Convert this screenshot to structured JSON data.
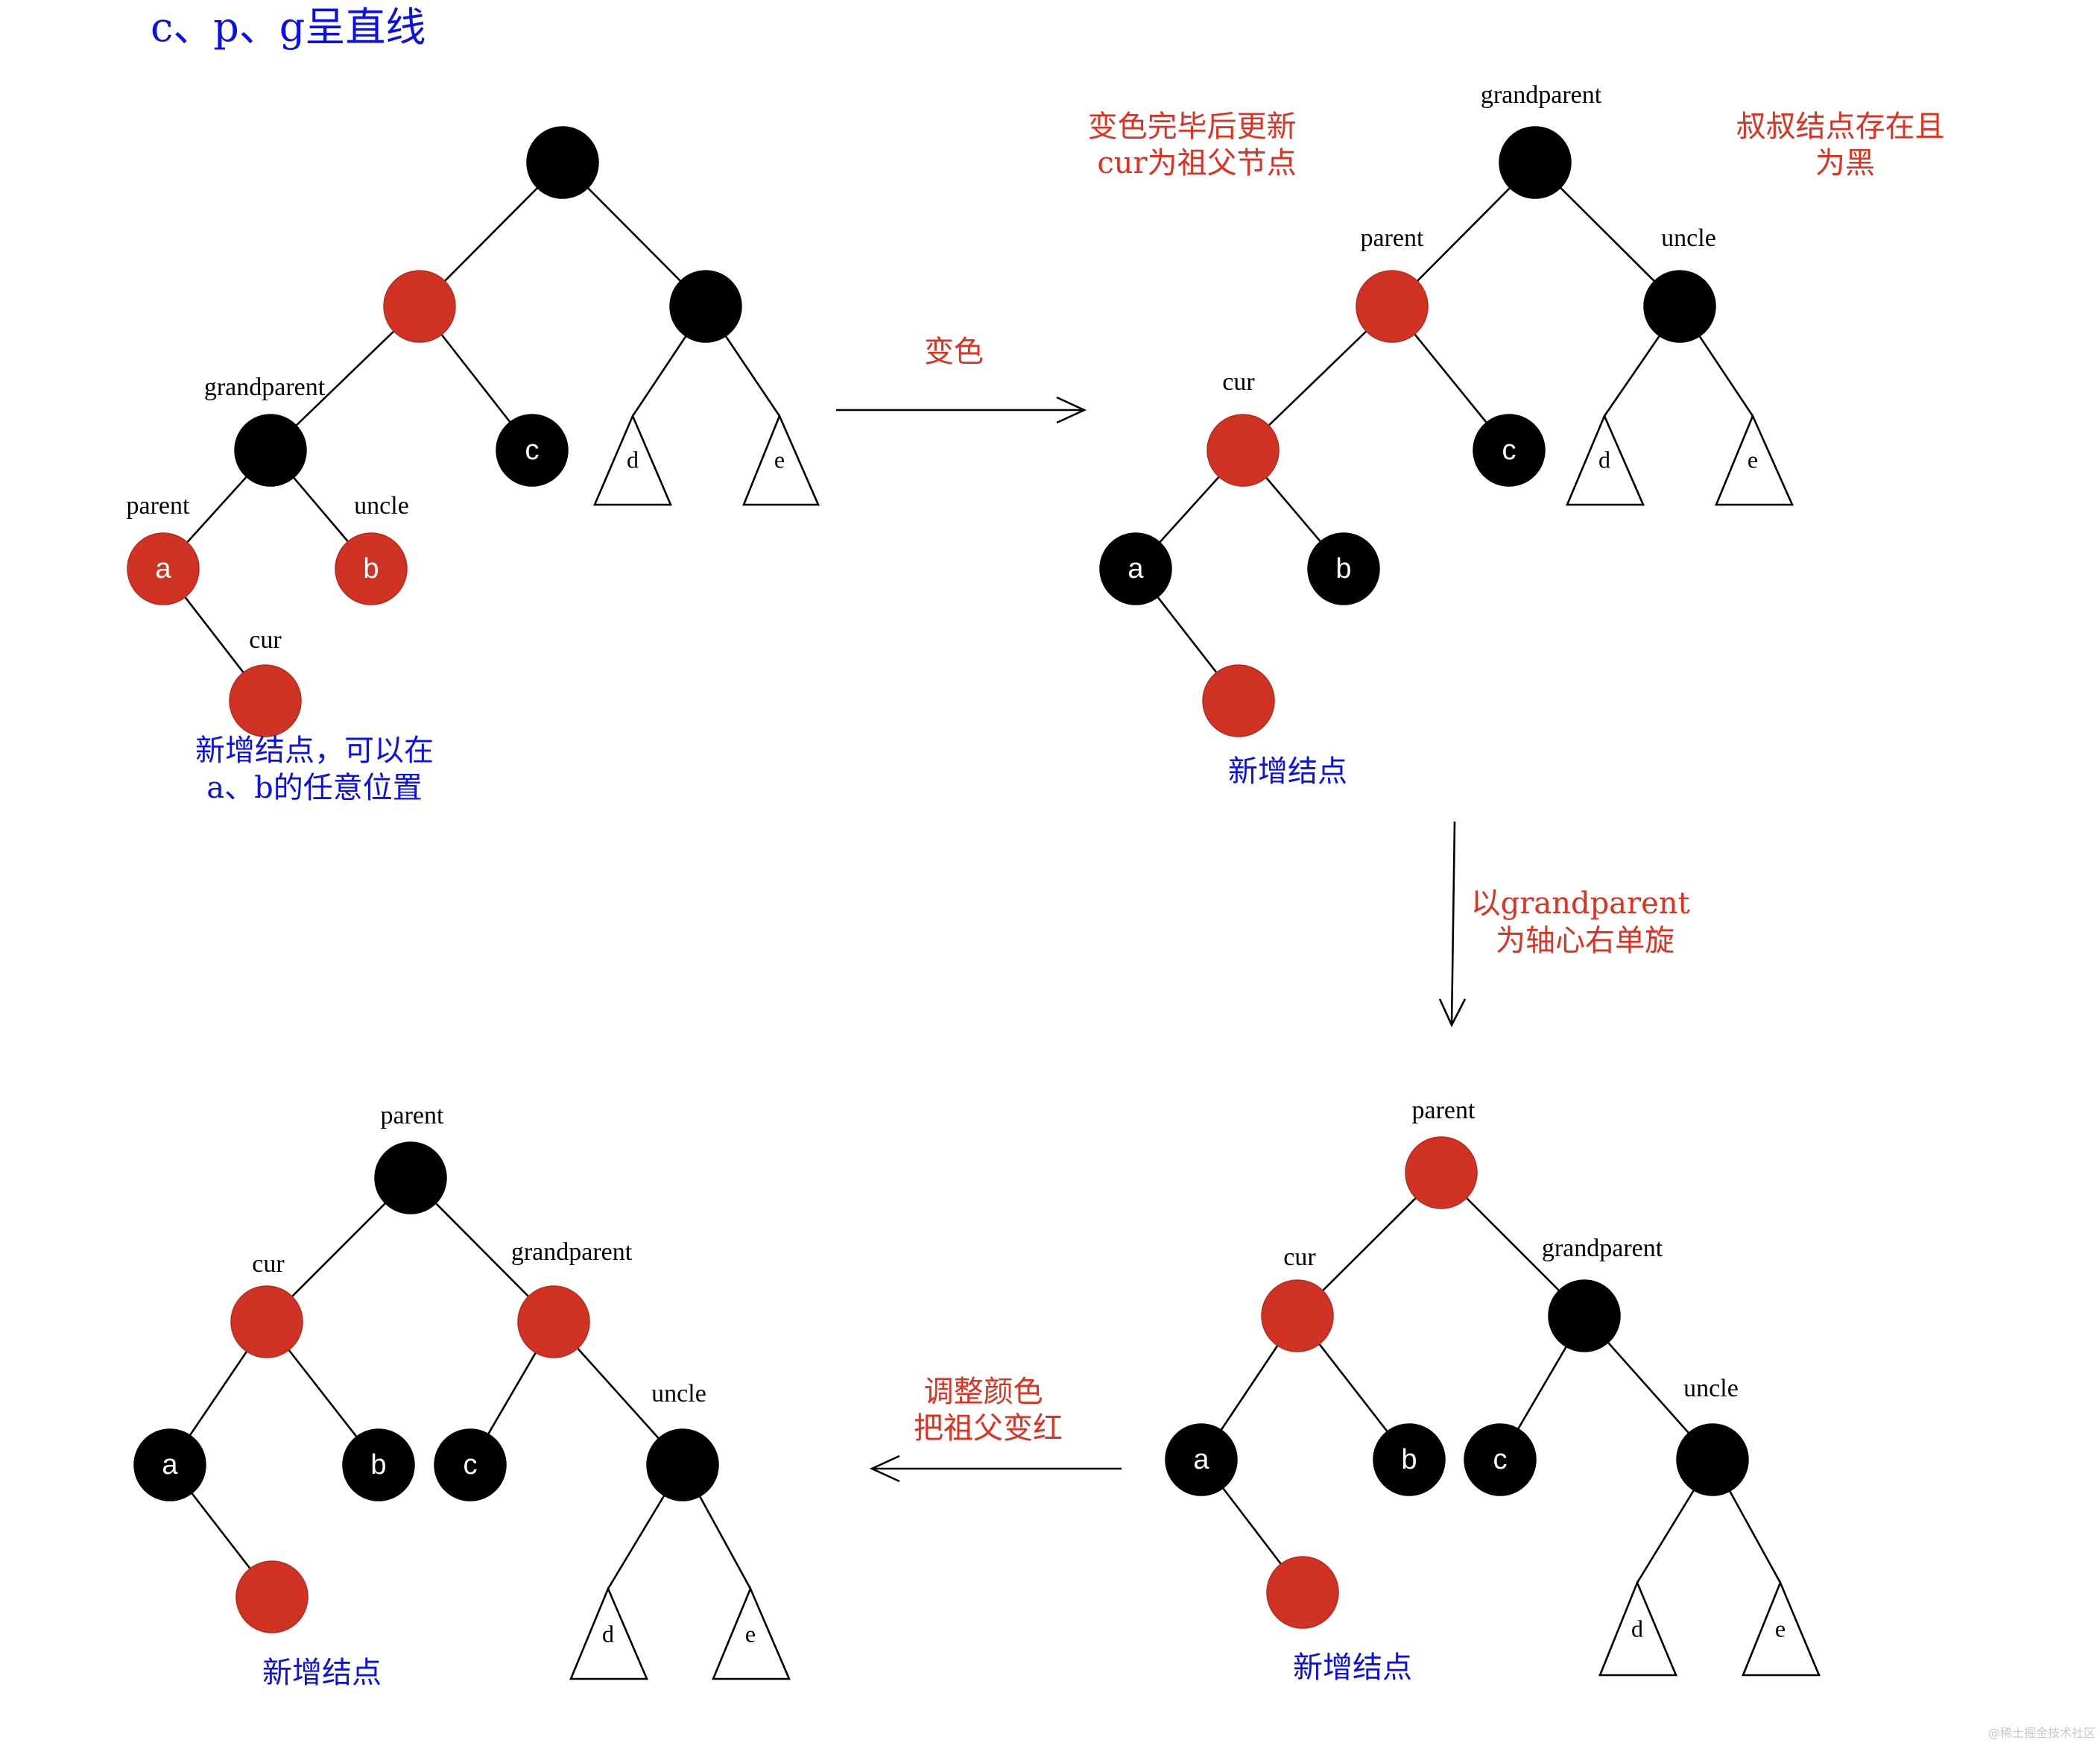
{
  "title": "c、p、g呈直线",
  "colors": {
    "red": "#D03324",
    "black": "#000000",
    "blue": "#0A10E6",
    "annotation_red": "#E03020"
  },
  "diagrams": [
    {
      "id": "tl",
      "nodes": [
        {
          "id": "n1",
          "color": "black",
          "letter": "",
          "label": ""
        },
        {
          "id": "n2",
          "color": "red",
          "letter": "",
          "label": ""
        },
        {
          "id": "n3",
          "color": "black",
          "letter": "",
          "label": ""
        },
        {
          "id": "n4",
          "color": "black",
          "letter": "",
          "label": "grandparent"
        },
        {
          "id": "n5",
          "color": "black",
          "letter": "c",
          "label": ""
        },
        {
          "id": "n6",
          "color": "red",
          "letter": "a",
          "label": "parent"
        },
        {
          "id": "n7",
          "color": "red",
          "letter": "b",
          "label": "uncle"
        },
        {
          "id": "n8",
          "color": "red",
          "letter": "",
          "label": "cur"
        }
      ],
      "triangles": [
        {
          "letter": "d"
        },
        {
          "letter": "e"
        }
      ],
      "note": [
        "新增结点，可以在",
        "a、b的任意位置"
      ]
    },
    {
      "id": "tr",
      "nodes": [
        {
          "id": "n1",
          "color": "black",
          "letter": "",
          "label": "grandparent"
        },
        {
          "id": "n2",
          "color": "red",
          "letter": "",
          "label": "parent"
        },
        {
          "id": "n3",
          "color": "black",
          "letter": "",
          "label": "uncle"
        },
        {
          "id": "n4",
          "color": "red",
          "letter": "",
          "label": "cur"
        },
        {
          "id": "n5",
          "color": "black",
          "letter": "c",
          "label": ""
        },
        {
          "id": "n6",
          "color": "black",
          "letter": "a",
          "label": ""
        },
        {
          "id": "n7",
          "color": "black",
          "letter": "b",
          "label": ""
        },
        {
          "id": "n8",
          "color": "red",
          "letter": "",
          "label": ""
        }
      ],
      "triangles": [
        {
          "letter": "d"
        },
        {
          "letter": "e"
        }
      ],
      "note": [
        "新增结点"
      ]
    },
    {
      "id": "br",
      "nodes": [
        {
          "id": "n1",
          "color": "red",
          "letter": "",
          "label": "parent"
        },
        {
          "id": "n2",
          "color": "red",
          "letter": "",
          "label": "cur"
        },
        {
          "id": "n3",
          "color": "black",
          "letter": "",
          "label": "grandparent"
        },
        {
          "id": "n4",
          "color": "black",
          "letter": "a",
          "label": ""
        },
        {
          "id": "n5",
          "color": "black",
          "letter": "b",
          "label": ""
        },
        {
          "id": "n6",
          "color": "black",
          "letter": "c",
          "label": ""
        },
        {
          "id": "n7",
          "color": "black",
          "letter": "",
          "label": "uncle"
        },
        {
          "id": "n8",
          "color": "red",
          "letter": "",
          "label": ""
        }
      ],
      "triangles": [
        {
          "letter": "d"
        },
        {
          "letter": "e"
        }
      ],
      "note": [
        "新增结点"
      ]
    },
    {
      "id": "bl",
      "nodes": [
        {
          "id": "n1",
          "color": "black",
          "letter": "",
          "label": "parent"
        },
        {
          "id": "n2",
          "color": "red",
          "letter": "",
          "label": "cur"
        },
        {
          "id": "n3",
          "color": "red",
          "letter": "",
          "label": "grandparent"
        },
        {
          "id": "n4",
          "color": "black",
          "letter": "a",
          "label": ""
        },
        {
          "id": "n5",
          "color": "black",
          "letter": "b",
          "label": ""
        },
        {
          "id": "n6",
          "color": "black",
          "letter": "c",
          "label": ""
        },
        {
          "id": "n7",
          "color": "black",
          "letter": "",
          "label": "uncle"
        },
        {
          "id": "n8",
          "color": "red",
          "letter": "",
          "label": ""
        }
      ],
      "triangles": [
        {
          "letter": "d"
        },
        {
          "letter": "e"
        }
      ],
      "note": [
        "新增结点"
      ]
    }
  ],
  "annotations": {
    "recolor_arrow": [
      "变色"
    ],
    "after_recolor": [
      "变色完毕后更新",
      "cur为祖父节点"
    ],
    "uncle_exists": [
      "叔叔结点存在且",
      "为黑"
    ],
    "rotate_arrow": [
      "以grandparent",
      "为轴心右单旋"
    ],
    "adjust_arrow": [
      "调整颜色",
      "把祖父变红"
    ]
  },
  "watermark": "@稀土掘金技术社区"
}
